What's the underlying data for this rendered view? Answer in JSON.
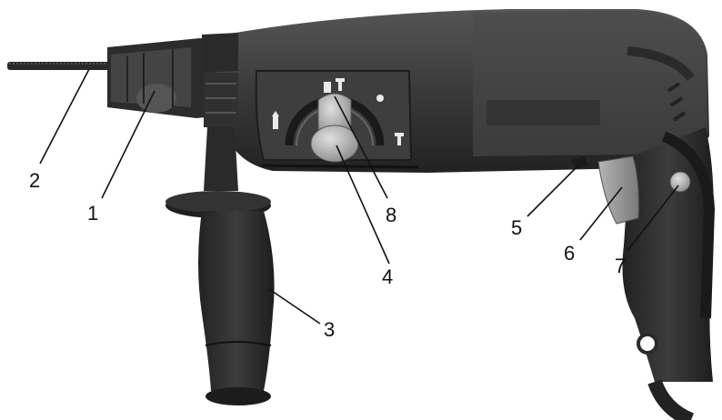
{
  "callouts": [
    {
      "id": "c1",
      "text": "1"
    },
    {
      "id": "c2",
      "text": "2"
    },
    {
      "id": "c3",
      "text": "3"
    },
    {
      "id": "c4",
      "text": "4"
    },
    {
      "id": "c5",
      "text": "5"
    },
    {
      "id": "c6",
      "text": "6"
    },
    {
      "id": "c7",
      "text": "7"
    },
    {
      "id": "c8",
      "text": "8"
    }
  ],
  "colors": {
    "body": "#3b3b3b",
    "body_dark": "#262626",
    "body_light": "#5a5a5a",
    "trigger": "#8e8e8e",
    "selector": "#b0b0b0",
    "line": "#111111"
  }
}
